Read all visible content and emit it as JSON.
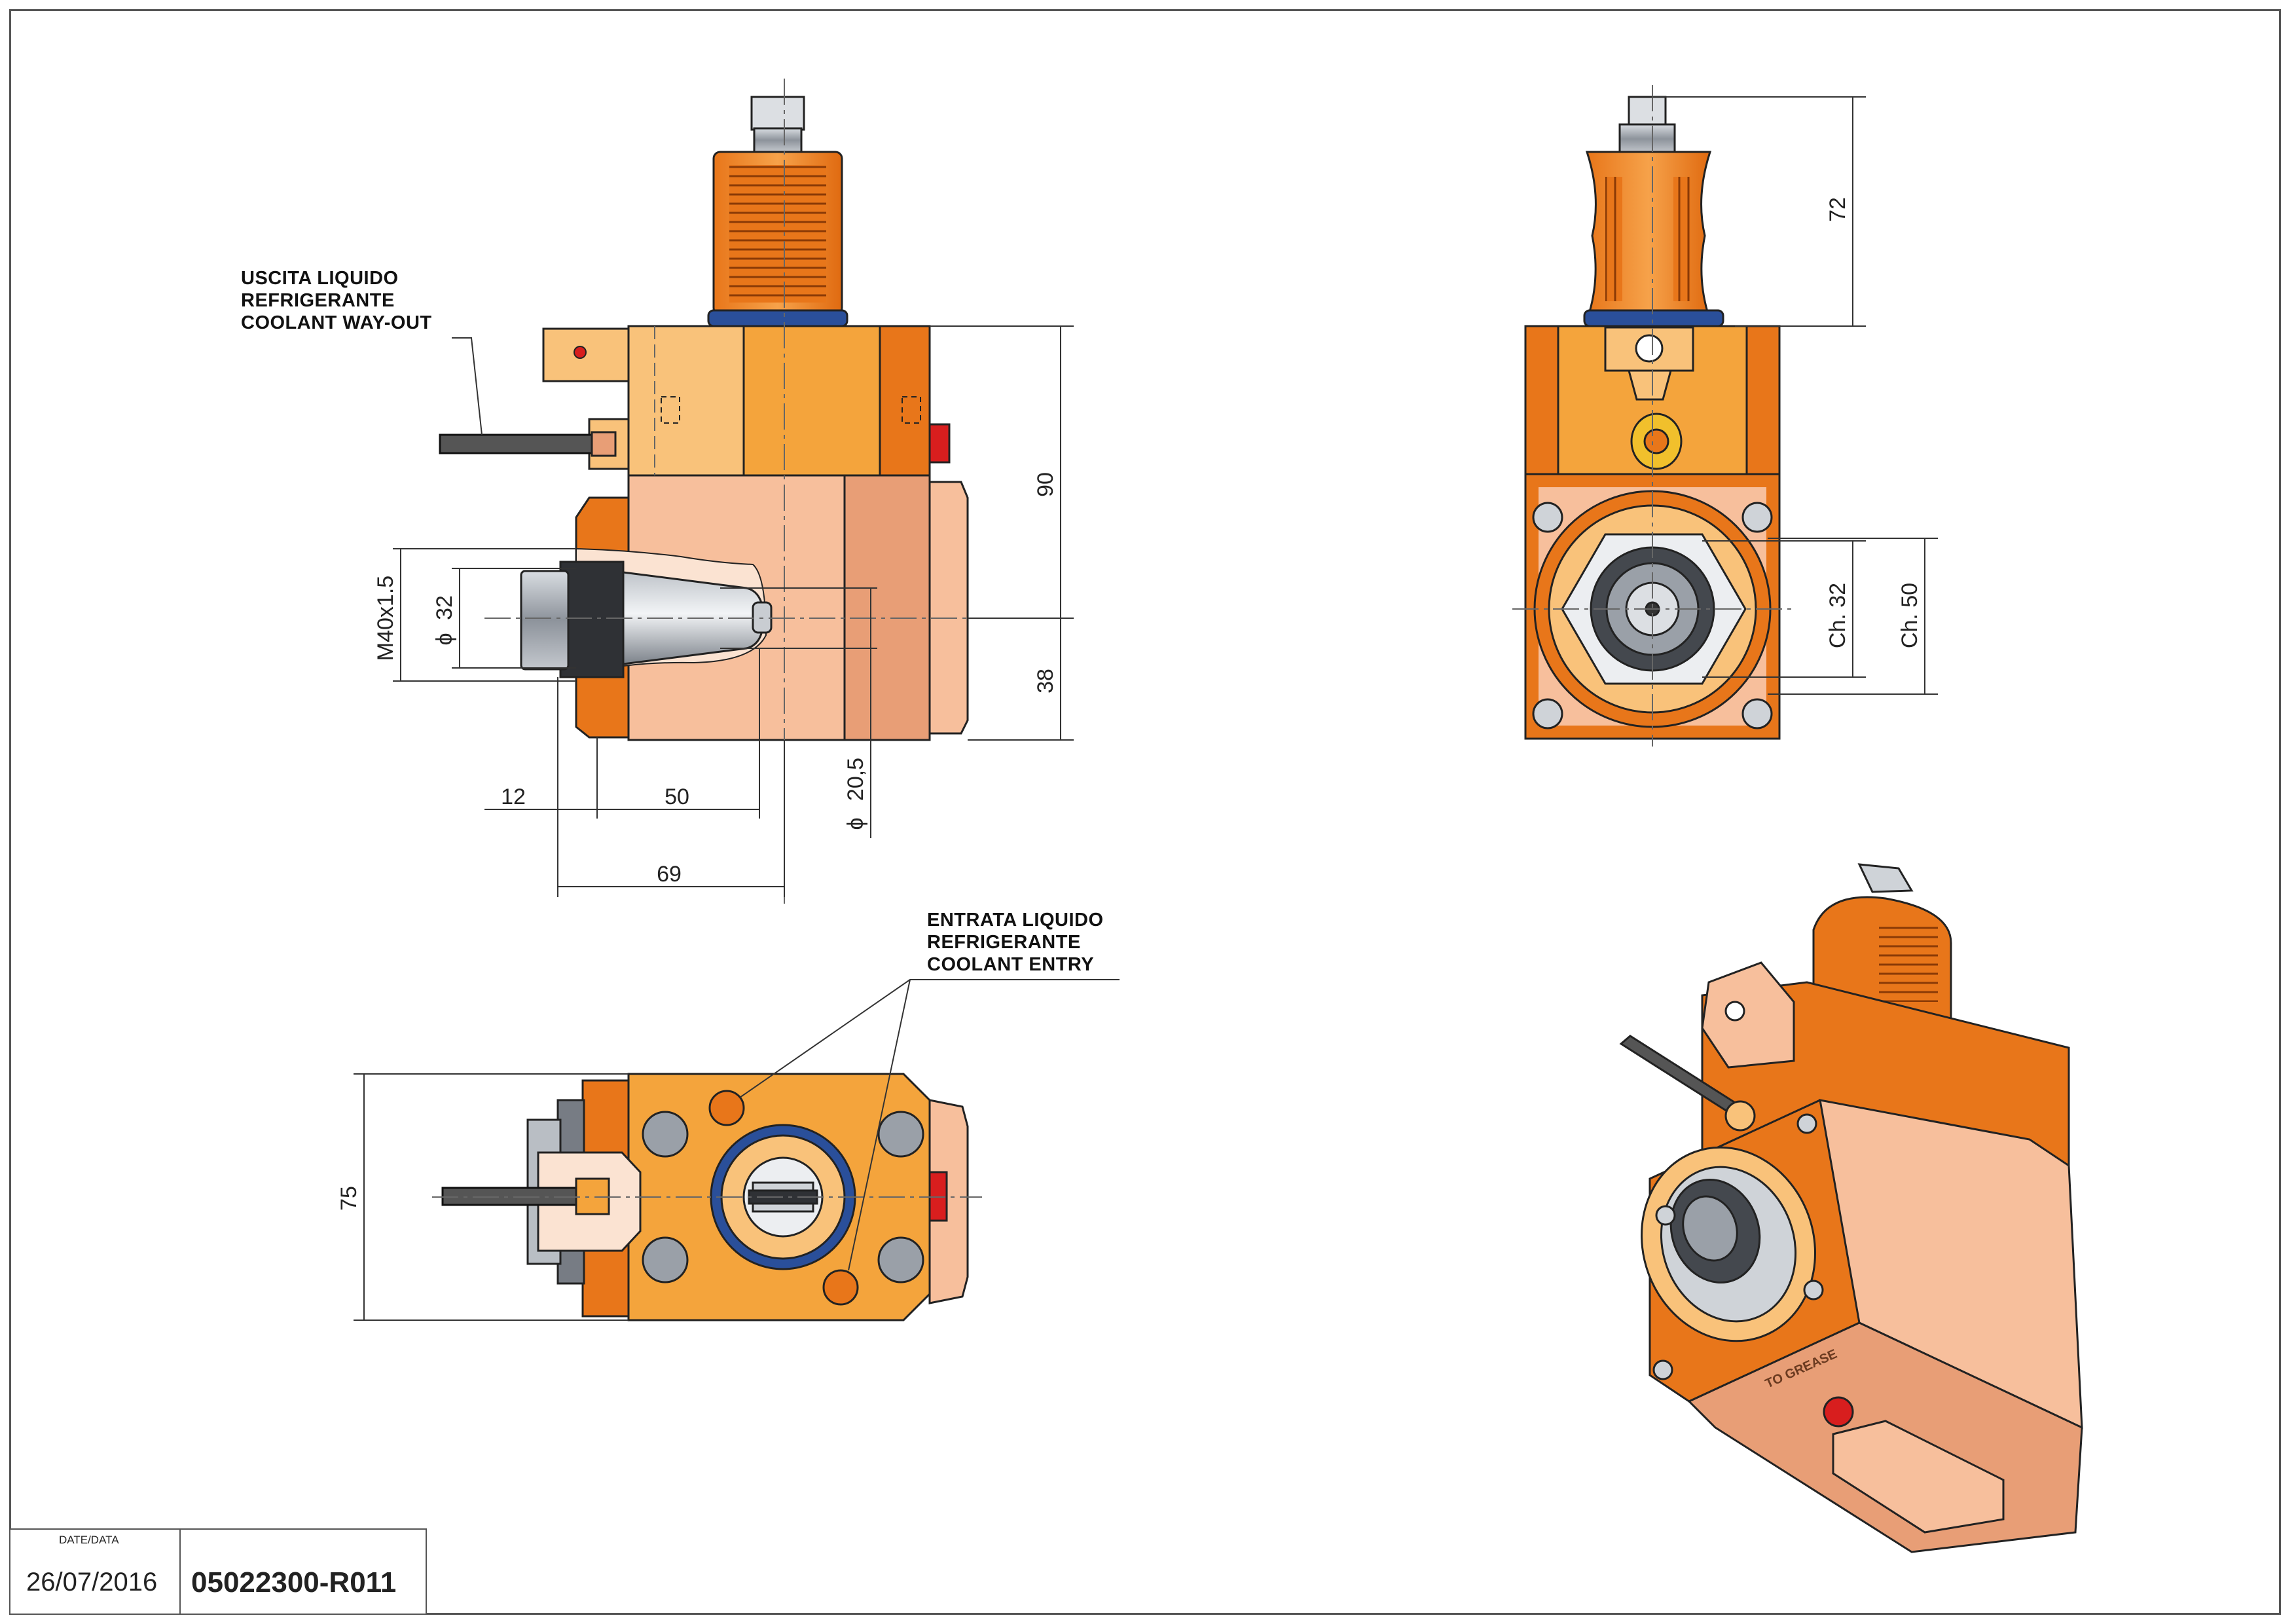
{
  "drawing": {
    "dimensions": {
      "side_height_upper": "90",
      "side_height_lower": "38",
      "thread": "M40x1.5",
      "bore": "32",
      "bore_small": "20,5",
      "len_12": "12",
      "len_50": "50",
      "len_69": "69",
      "front_height": "72",
      "ch32": "Ch. 32",
      "ch50": "Ch. 50",
      "top_width": "75",
      "diameter_symbol": "ϕ"
    },
    "notes": {
      "coolant_out": [
        "USCITA LIQUIDO",
        "REFRIGERANTE",
        "COOLANT WAY-OUT"
      ],
      "coolant_in": [
        "ENTRATA LIQUIDO",
        "REFRIGERANTE",
        "COOLANT ENTRY"
      ]
    },
    "iso_label": "TO GREASE"
  },
  "title_block": {
    "date_label": "DATE/DATA",
    "date": "26/07/2016",
    "code": "05022300-R011"
  },
  "colors": {
    "orange_dark": "#e8761a",
    "orange_mid": "#f4a43c",
    "orange_light": "#f9c27a",
    "salmon": "#f7bf9c",
    "salmon_dark": "#e89e76",
    "steel": "#9aa0a8",
    "blue_ring": "#2a4f9a",
    "red_plug": "#d81e1e"
  }
}
